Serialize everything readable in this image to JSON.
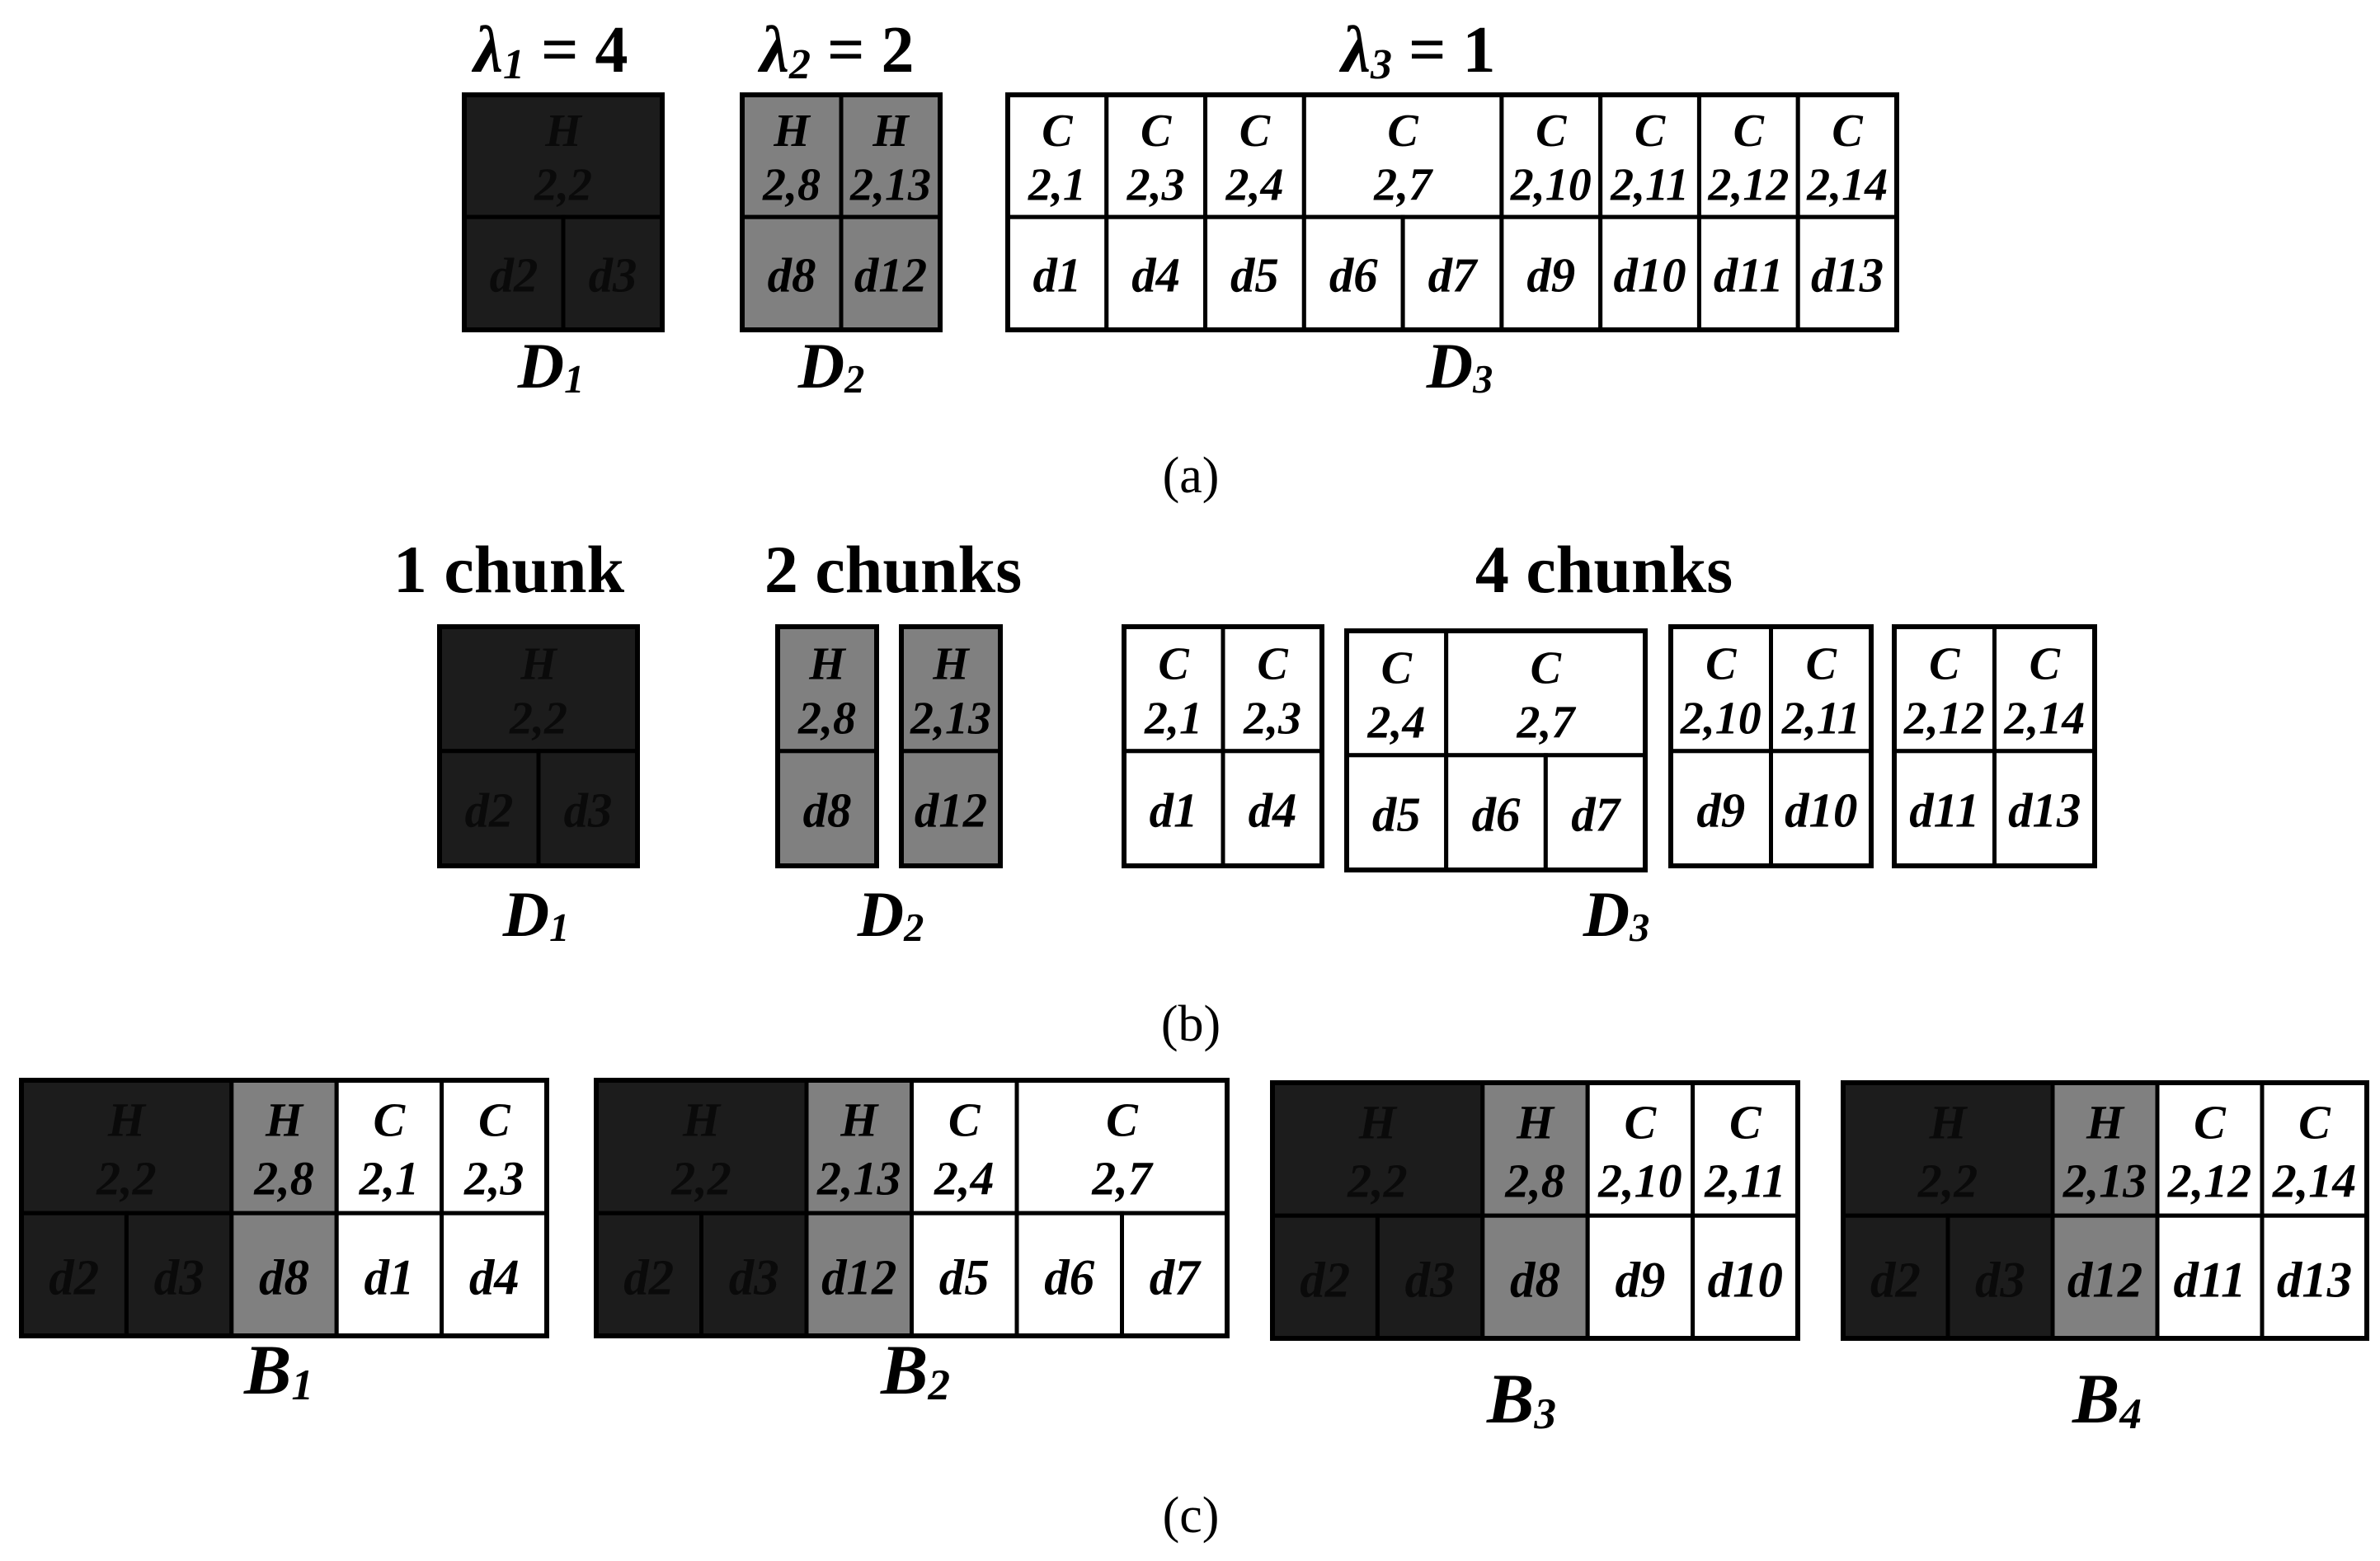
{
  "colors": {
    "dark": "#1c1c1c",
    "gray": "#808080",
    "white": "#ffffff",
    "line": "#000000",
    "dark_text": "#0a0a0a",
    "light_text": "#000000"
  },
  "captions": {
    "a": "(a)",
    "b": "(b)",
    "c": "(c)"
  },
  "section_a": {
    "headers": [
      {
        "sym": "λ",
        "sub": "1",
        "rest": " = 4"
      },
      {
        "sym": "λ",
        "sub": "2",
        "rest": " = 2"
      },
      {
        "sym": "λ",
        "sub": "3",
        "rest": " = 1"
      }
    ],
    "labels": [
      {
        "main": "D",
        "sub": "1"
      },
      {
        "main": "D",
        "sub": "2"
      },
      {
        "main": "D",
        "sub": "3"
      }
    ],
    "blocks": [
      {
        "shade": "dark",
        "top": [
          {
            "l1": "H",
            "l2": "2,2",
            "span": 2
          }
        ],
        "bottom": [
          "d2",
          "d3"
        ]
      },
      {
        "shade": "gray",
        "top": [
          {
            "l1": "H",
            "l2": "2,8",
            "span": 1
          },
          {
            "l1": "H",
            "l2": "2,13",
            "span": 1
          }
        ],
        "bottom": [
          "d8",
          "d12"
        ]
      },
      {
        "shade": "white",
        "top": [
          {
            "l1": "C",
            "l2": "2,1",
            "span": 1
          },
          {
            "l1": "C",
            "l2": "2,3",
            "span": 1
          },
          {
            "l1": "C",
            "l2": "2,4",
            "span": 1
          },
          {
            "l1": "C",
            "l2": "2,7",
            "span": 2
          },
          {
            "l1": "C",
            "l2": "2,10",
            "span": 1
          },
          {
            "l1": "C",
            "l2": "2,11",
            "span": 1
          },
          {
            "l1": "C",
            "l2": "2,12",
            "span": 1
          },
          {
            "l1": "C",
            "l2": "2,14",
            "span": 1
          }
        ],
        "bottom": [
          "d1",
          "d4",
          "d5",
          "d6",
          "d7",
          "d9",
          "d10",
          "d11",
          "d13"
        ]
      }
    ]
  },
  "section_b": {
    "headers": [
      "1 chunk",
      "2 chunks",
      "4 chunks"
    ],
    "labels": [
      {
        "main": "D",
        "sub": "1"
      },
      {
        "main": "D",
        "sub": "2"
      },
      {
        "main": "D",
        "sub": "3"
      }
    ],
    "blocks": [
      {
        "shade": "dark",
        "top": [
          {
            "l1": "H",
            "l2": "2,2",
            "span": 2
          }
        ],
        "bottom": [
          "d2",
          "d3"
        ]
      },
      {
        "shade": "gray",
        "top": [
          {
            "l1": "H",
            "l2": "2,8",
            "span": 1
          }
        ],
        "bottom": [
          "d8"
        ]
      },
      {
        "shade": "gray",
        "top": [
          {
            "l1": "H",
            "l2": "2,13",
            "span": 1
          }
        ],
        "bottom": [
          "d12"
        ]
      },
      {
        "shade": "white",
        "top": [
          {
            "l1": "C",
            "l2": "2,1",
            "span": 1
          },
          {
            "l1": "C",
            "l2": "2,3",
            "span": 1
          }
        ],
        "bottom": [
          "d1",
          "d4"
        ]
      },
      {
        "shade": "white",
        "top": [
          {
            "l1": "C",
            "l2": "2,4",
            "span": 1
          },
          {
            "l1": "C",
            "l2": "2,7",
            "span": 2
          }
        ],
        "bottom": [
          "d5",
          "d6",
          "d7"
        ]
      },
      {
        "shade": "white",
        "top": [
          {
            "l1": "C",
            "l2": "2,10",
            "span": 1
          },
          {
            "l1": "C",
            "l2": "2,11",
            "span": 1
          }
        ],
        "bottom": [
          "d9",
          "d10"
        ]
      },
      {
        "shade": "white",
        "top": [
          {
            "l1": "C",
            "l2": "2,12",
            "span": 1
          },
          {
            "l1": "C",
            "l2": "2,14",
            "span": 1
          }
        ],
        "bottom": [
          "d11",
          "d13"
        ]
      }
    ]
  },
  "section_c": {
    "labels": [
      {
        "main": "B",
        "sub": "1"
      },
      {
        "main": "B",
        "sub": "2"
      },
      {
        "main": "B",
        "sub": "3"
      },
      {
        "main": "B",
        "sub": "4"
      }
    ],
    "blocks": [
      {
        "top": [
          {
            "l1": "H",
            "l2": "2,2",
            "span": 2,
            "shade": "dark"
          },
          {
            "l1": "H",
            "l2": "2,8",
            "span": 1,
            "shade": "gray"
          },
          {
            "l1": "C",
            "l2": "2,1",
            "span": 1,
            "shade": "white"
          },
          {
            "l1": "C",
            "l2": "2,3",
            "span": 1,
            "shade": "white"
          }
        ],
        "bottom": [
          {
            "t": "d2",
            "shade": "dark"
          },
          {
            "t": "d3",
            "shade": "dark"
          },
          {
            "t": "d8",
            "shade": "gray"
          },
          {
            "t": "d1",
            "shade": "white"
          },
          {
            "t": "d4",
            "shade": "white"
          }
        ]
      },
      {
        "top": [
          {
            "l1": "H",
            "l2": "2,2",
            "span": 2,
            "shade": "dark"
          },
          {
            "l1": "H",
            "l2": "2,13",
            "span": 1,
            "shade": "gray"
          },
          {
            "l1": "C",
            "l2": "2,4",
            "span": 1,
            "shade": "white"
          },
          {
            "l1": "C",
            "l2": "2,7",
            "span": 2,
            "shade": "white"
          }
        ],
        "bottom": [
          {
            "t": "d2",
            "shade": "dark"
          },
          {
            "t": "d3",
            "shade": "dark"
          },
          {
            "t": "d12",
            "shade": "gray"
          },
          {
            "t": "d5",
            "shade": "white"
          },
          {
            "t": "d6",
            "shade": "white"
          },
          {
            "t": "d7",
            "shade": "white"
          }
        ]
      },
      {
        "top": [
          {
            "l1": "H",
            "l2": "2,2",
            "span": 2,
            "shade": "dark"
          },
          {
            "l1": "H",
            "l2": "2,8",
            "span": 1,
            "shade": "gray"
          },
          {
            "l1": "C",
            "l2": "2,10",
            "span": 1,
            "shade": "white"
          },
          {
            "l1": "C",
            "l2": "2,11",
            "span": 1,
            "shade": "white"
          }
        ],
        "bottom": [
          {
            "t": "d2",
            "shade": "dark"
          },
          {
            "t": "d3",
            "shade": "dark"
          },
          {
            "t": "d8",
            "shade": "gray"
          },
          {
            "t": "d9",
            "shade": "white"
          },
          {
            "t": "d10",
            "shade": "white"
          }
        ]
      },
      {
        "top": [
          {
            "l1": "H",
            "l2": "2,2",
            "span": 2,
            "shade": "dark"
          },
          {
            "l1": "H",
            "l2": "2,13",
            "span": 1,
            "shade": "gray"
          },
          {
            "l1": "C",
            "l2": "2,12",
            "span": 1,
            "shade": "white"
          },
          {
            "l1": "C",
            "l2": "2,14",
            "span": 1,
            "shade": "white"
          }
        ],
        "bottom": [
          {
            "t": "d2",
            "shade": "dark"
          },
          {
            "t": "d3",
            "shade": "dark"
          },
          {
            "t": "d12",
            "shade": "gray"
          },
          {
            "t": "d11",
            "shade": "white"
          },
          {
            "t": "d13",
            "shade": "white"
          }
        ]
      }
    ]
  }
}
